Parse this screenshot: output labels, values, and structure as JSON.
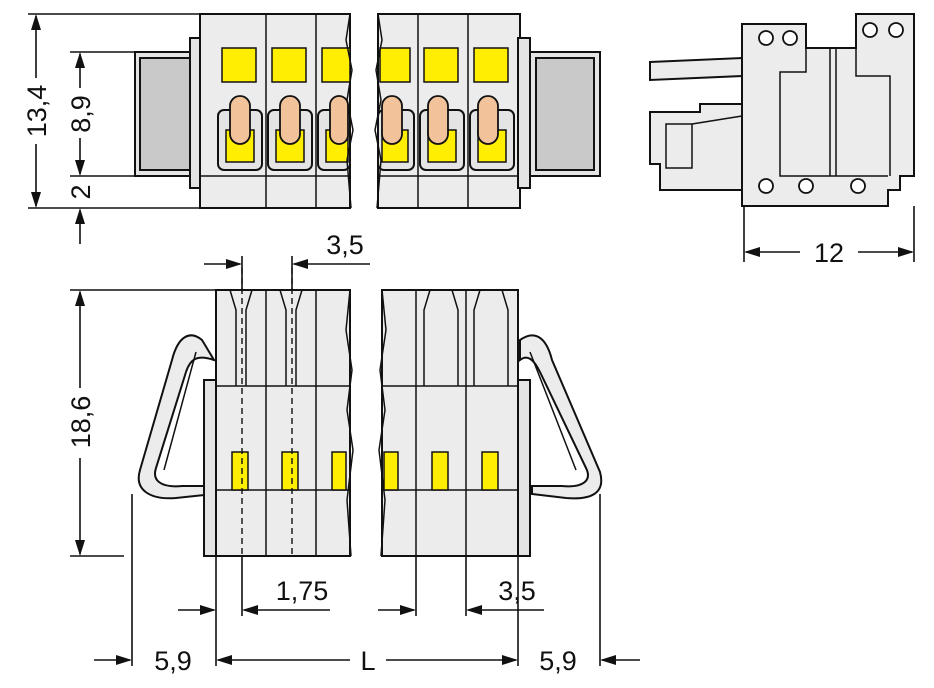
{
  "dimensions": {
    "overall_height": "13,4",
    "inner_height": "8,9",
    "bottom_offset": "2",
    "side_depth": "12",
    "pitch_top": "3,5",
    "pitch_bottom": "3,5",
    "length": "18,6",
    "half_pitch": "1,75",
    "latch_left": "5,9",
    "latch_right": "5,9",
    "variable_length": "L"
  },
  "colors": {
    "housing": "#e4e4e4",
    "operating_slot": "#ffee00",
    "clamp": "#f2c29b",
    "outline": "#111111"
  }
}
